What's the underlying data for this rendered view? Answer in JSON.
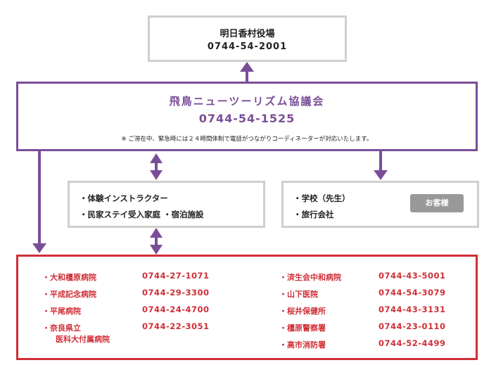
{
  "village_office": {
    "name": "明日香村役場",
    "phone": "0744-54-2001"
  },
  "tourism_association": {
    "name": "飛鳥ニューツーリズム協議会",
    "phone": "0744-54-1525",
    "note": "※ ご滞在中、緊急時には２４時間体制で電話がつながりコーディネーターが対応いたします。"
  },
  "providers": {
    "items": [
      "・体験インストラクター",
      "・民家ステイ受入家庭 ・宿泊施設"
    ]
  },
  "customers": {
    "items": [
      "・学校（先生）",
      "・旅行会社"
    ],
    "badge": "お客様"
  },
  "emergency": {
    "left": [
      {
        "name": "・大和橿原病院",
        "phone": "0744-27-1071"
      },
      {
        "name": "・平成記念病院",
        "phone": "0744-29-3300"
      },
      {
        "name": "・平尾病院",
        "phone": "0744-24-4700"
      },
      {
        "name": "・奈良県立",
        "sub": "医科大付属病院",
        "phone": "0744-22-3051"
      }
    ],
    "right": [
      {
        "name": "・済生会中和病院",
        "phone": "0744-43-5001"
      },
      {
        "name": "・山下医院",
        "phone": "0744-54-3079"
      },
      {
        "name": "・桜井保健所",
        "phone": "0744-43-3131"
      },
      {
        "name": "・橿原警察署",
        "phone": "0744-23-0110"
      },
      {
        "name": "・高市消防署",
        "phone": "0744-52-4499"
      }
    ]
  },
  "colors": {
    "purple": "#7a4e97",
    "red": "#cf2f37",
    "gray_border": "#cfcfcf",
    "badge_gray": "#999999"
  }
}
